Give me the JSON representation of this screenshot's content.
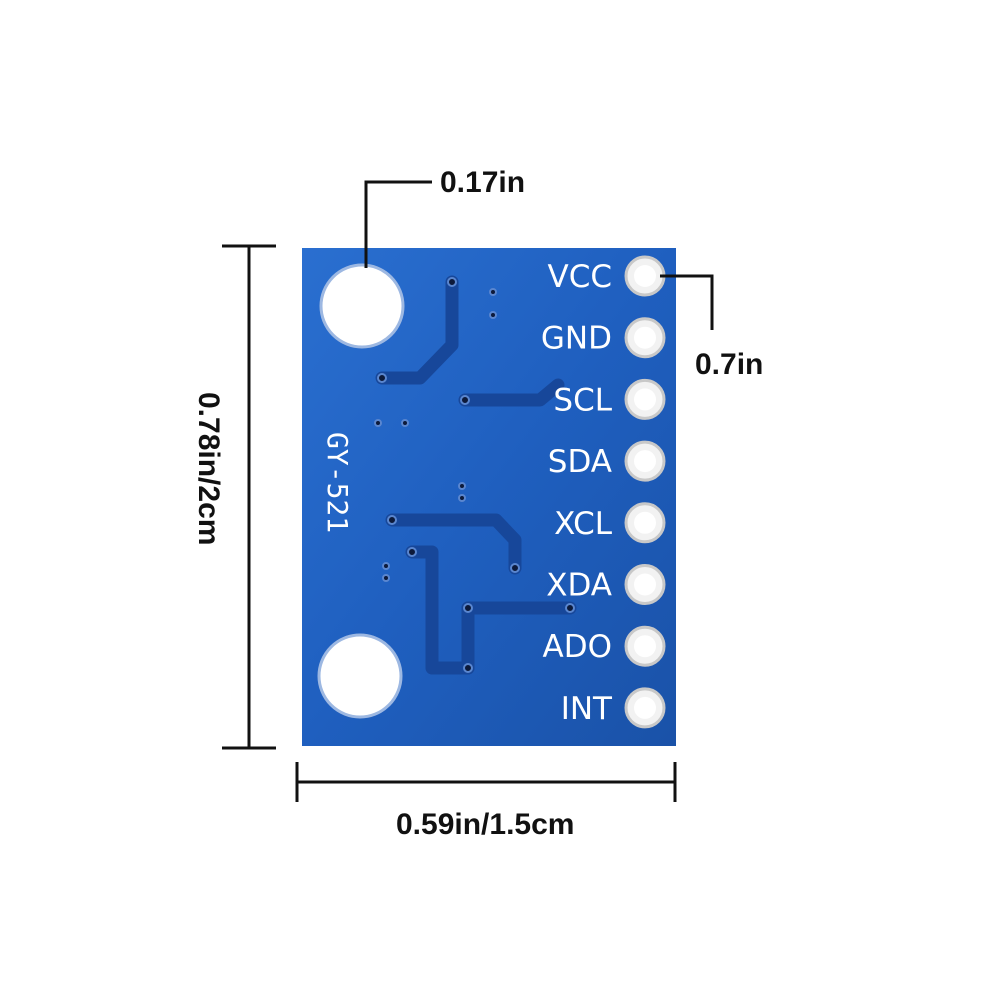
{
  "dimensions": {
    "hole_diameter": "0.17in",
    "pin_pitch_span": "0.7in",
    "height": "0.78in/2cm",
    "width": "0.59in/1.5cm"
  },
  "board": {
    "model": "GY-521",
    "color": "#1f5fbf",
    "pins": [
      {
        "label": "VCC"
      },
      {
        "label": "GND"
      },
      {
        "label": "SCL"
      },
      {
        "label": "SDA"
      },
      {
        "label": "XCL"
      },
      {
        "label": "XDA"
      },
      {
        "label": "ADO"
      },
      {
        "label": "INT"
      }
    ]
  },
  "colors": {
    "board": "#1f5fbf",
    "trace": "#153e8c",
    "pad": "#e6e6e6",
    "dimension_line": "#111111"
  }
}
